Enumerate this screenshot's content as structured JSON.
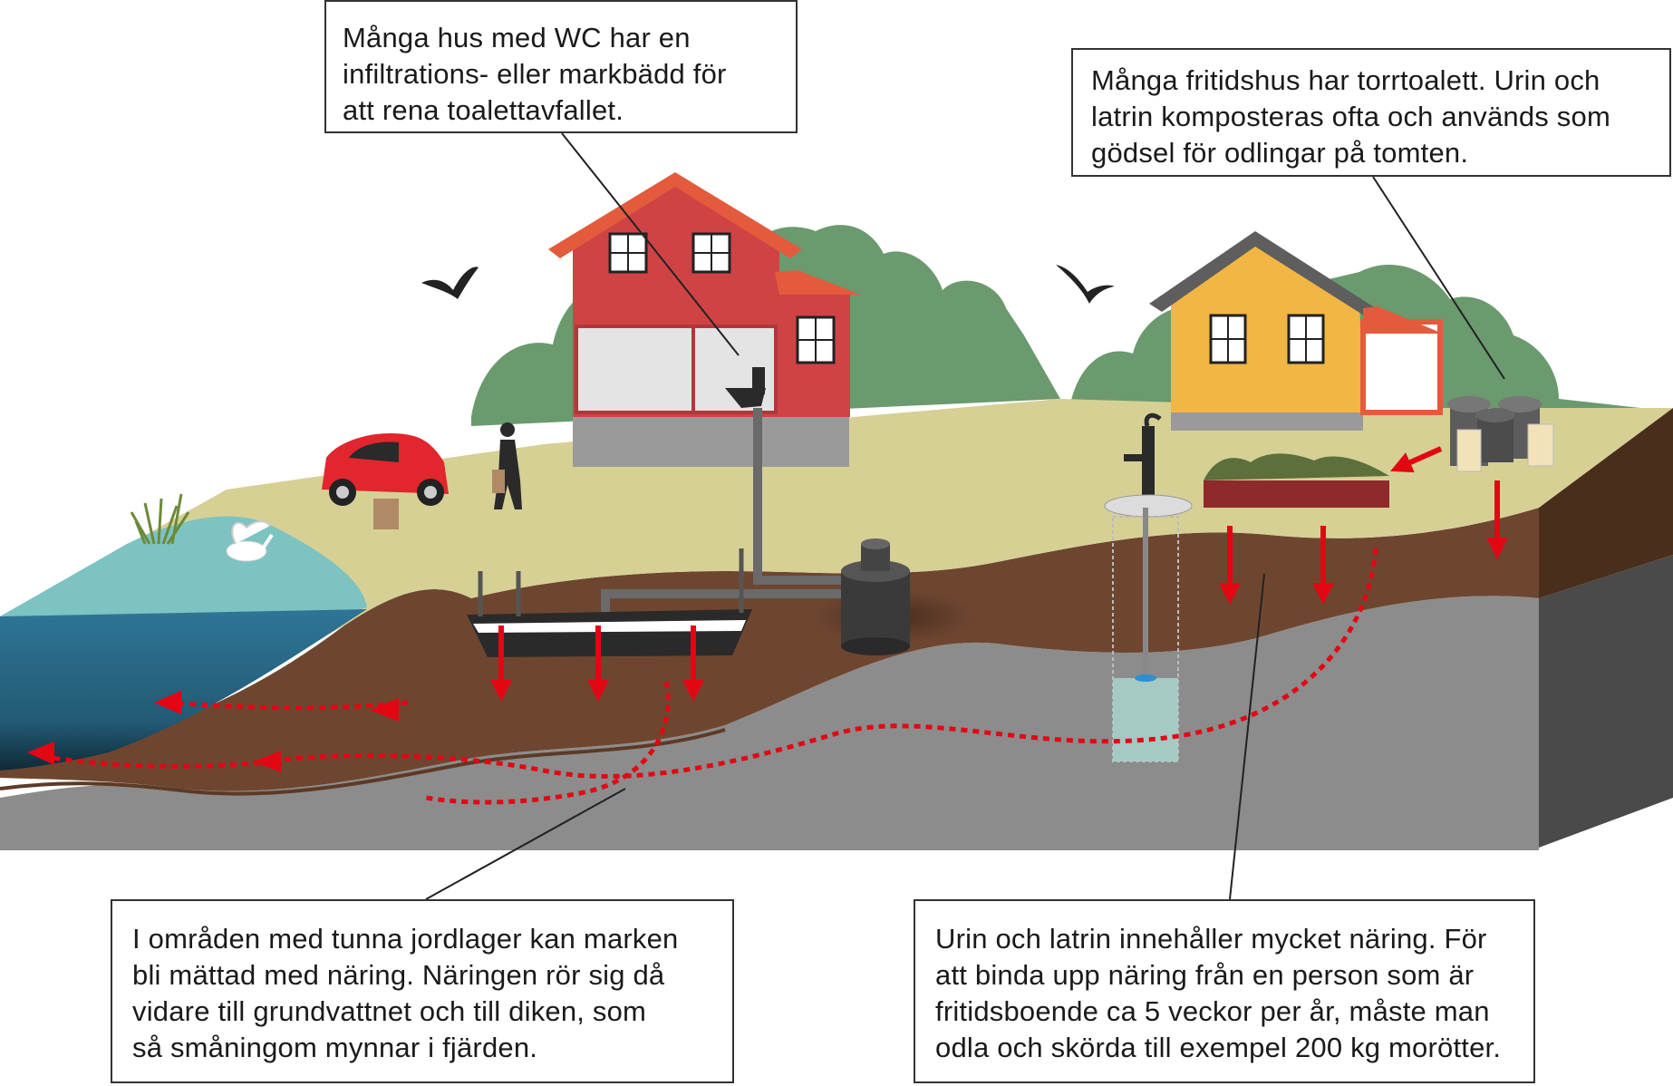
{
  "callouts": {
    "wc": {
      "lines": [
        "Många hus med WC har en",
        "infiltrations- eller markbädd för",
        "att rena toalettavfallet."
      ]
    },
    "torrtoalett": {
      "lines": [
        "Många fritidshus har torrtoalett. Urin och",
        "latrin komposteras ofta och används som",
        "gödsel för odlingar på tomten."
      ]
    },
    "thin_soil": {
      "lines": [
        "I områden med tunna jordlager kan marken",
        "bli mättad med näring. Näringen rör sig då",
        "vidare till grundvattnet och till diken, som",
        "så småningom mynnar i fjärden."
      ]
    },
    "urine": {
      "lines": [
        "Urin och latrin innehåller mycket näring. För",
        "att binda upp näring från en person som är",
        "fritidsboende ca 5 veckor per år, måste man",
        "odla och skörda till exempel 200 kg morötter."
      ]
    }
  },
  "icons": [
    "red-house",
    "yellow-cottage",
    "red-car",
    "person-with-bags",
    "birds",
    "swan",
    "reeds",
    "water-pump",
    "well",
    "septic-tank",
    "infiltration-bed",
    "compost-bins",
    "vegetable-bed",
    "toilet",
    "forest",
    "flow-arrows"
  ],
  "colors": {
    "ground_surface": "#d6d095",
    "soil": "#6e4630",
    "bedrock": "#8c8c8c",
    "bedrock_side": "#4a4a4a",
    "water_surface": "#7cc3c2",
    "water_deep": "#2e6f8c",
    "forest": "#6a9a6e",
    "red_house": "#cf4345",
    "red_roof": "#e35b3c",
    "yellow_house": "#f1b643",
    "cottage_roof": "#5e5e5e",
    "flow_arrow": "#e30613",
    "pipe": "#6a6a6a"
  }
}
